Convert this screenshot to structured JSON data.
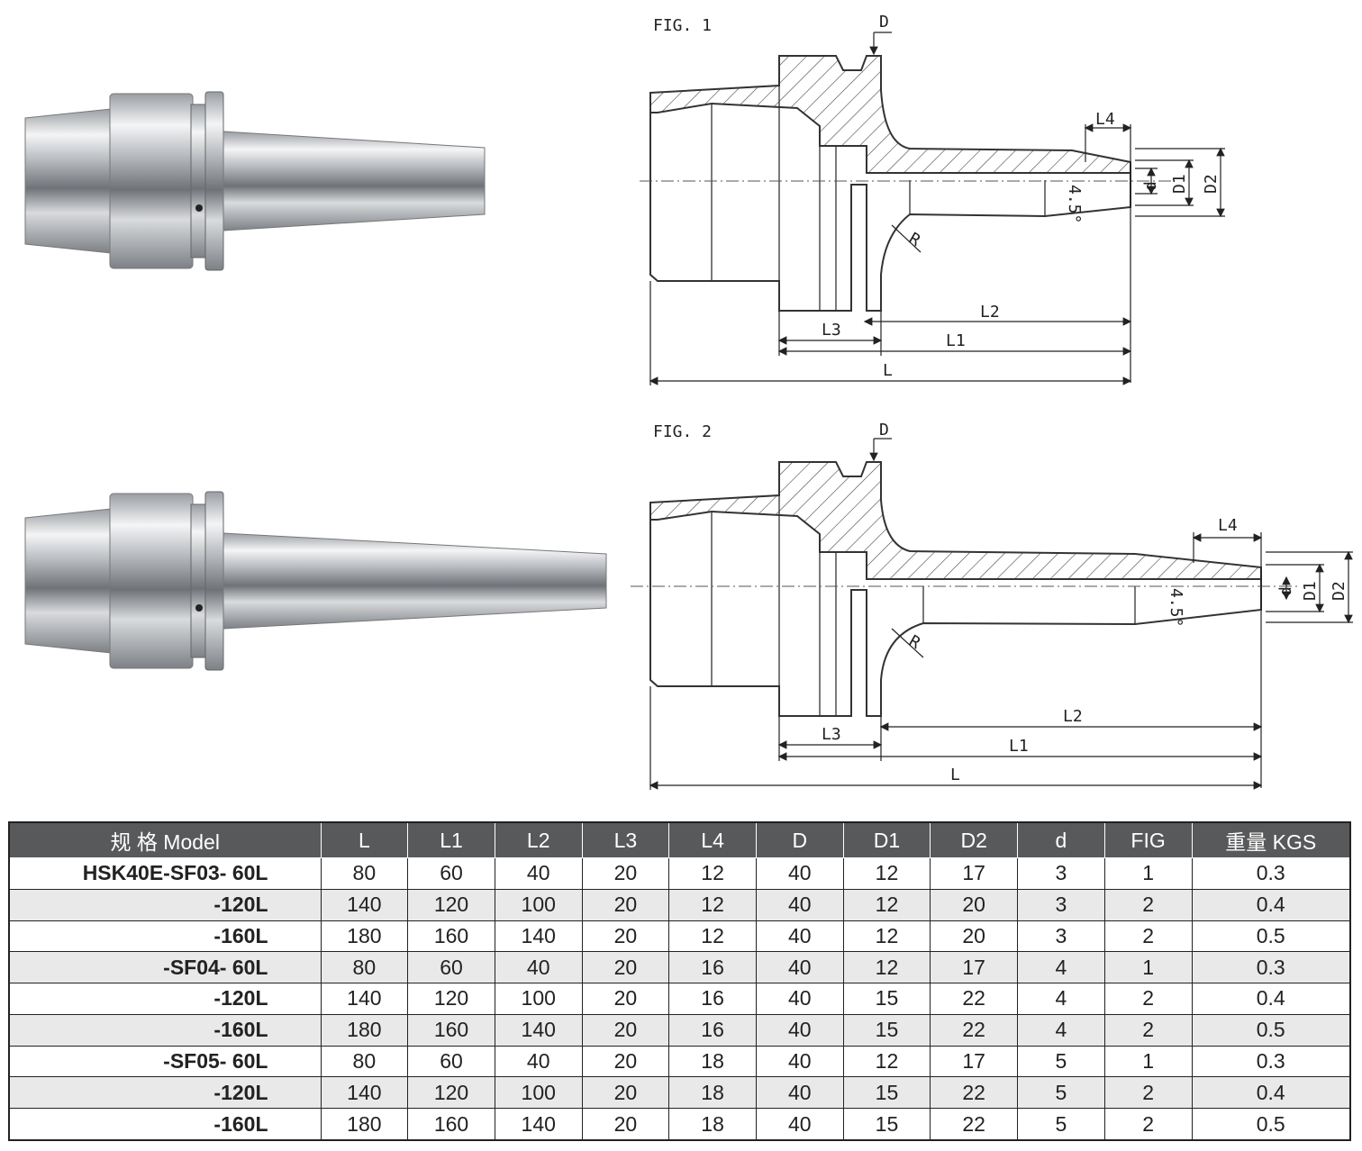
{
  "figures": [
    {
      "label": "FIG. 1",
      "dims": {
        "D": "D",
        "L": "L",
        "L1": "L1",
        "L2": "L2",
        "L3": "L3",
        "L4": "L4",
        "D1": "D1",
        "D2": "D2",
        "d": "d",
        "R": "R",
        "angle": "4.5°"
      }
    },
    {
      "label": "FIG. 2",
      "dims": {
        "D": "D",
        "L": "L",
        "L1": "L1",
        "L2": "L2",
        "L3": "L3",
        "L4": "L4",
        "D1": "D1",
        "D2": "D2",
        "d": "d",
        "R": "R",
        "angle": "4.5°"
      }
    }
  ],
  "table": {
    "headers": [
      "规 格 Model",
      "L",
      "L1",
      "L2",
      "L3",
      "L4",
      "D",
      "D1",
      "D2",
      "d",
      "FIG",
      "重量 KGS"
    ],
    "rows": [
      [
        "HSK40E-SF03- 60L",
        "80",
        "60",
        "40",
        "20",
        "12",
        "40",
        "12",
        "17",
        "3",
        "1",
        "0.3"
      ],
      [
        "-120L",
        "140",
        "120",
        "100",
        "20",
        "12",
        "40",
        "12",
        "20",
        "3",
        "2",
        "0.4"
      ],
      [
        "-160L",
        "180",
        "160",
        "140",
        "20",
        "12",
        "40",
        "12",
        "20",
        "3",
        "2",
        "0.5"
      ],
      [
        "-SF04- 60L",
        "80",
        "60",
        "40",
        "20",
        "16",
        "40",
        "12",
        "17",
        "4",
        "1",
        "0.3"
      ],
      [
        "-120L",
        "140",
        "120",
        "100",
        "20",
        "16",
        "40",
        "15",
        "22",
        "4",
        "2",
        "0.4"
      ],
      [
        "-160L",
        "180",
        "160",
        "140",
        "20",
        "16",
        "40",
        "15",
        "22",
        "4",
        "2",
        "0.5"
      ],
      [
        "-SF05- 60L",
        "80",
        "60",
        "40",
        "20",
        "18",
        "40",
        "12",
        "17",
        "5",
        "1",
        "0.3"
      ],
      [
        "-120L",
        "140",
        "120",
        "100",
        "20",
        "18",
        "40",
        "15",
        "22",
        "5",
        "2",
        "0.4"
      ],
      [
        "-160L",
        "180",
        "160",
        "140",
        "20",
        "18",
        "40",
        "15",
        "22",
        "5",
        "2",
        "0.5"
      ]
    ]
  }
}
